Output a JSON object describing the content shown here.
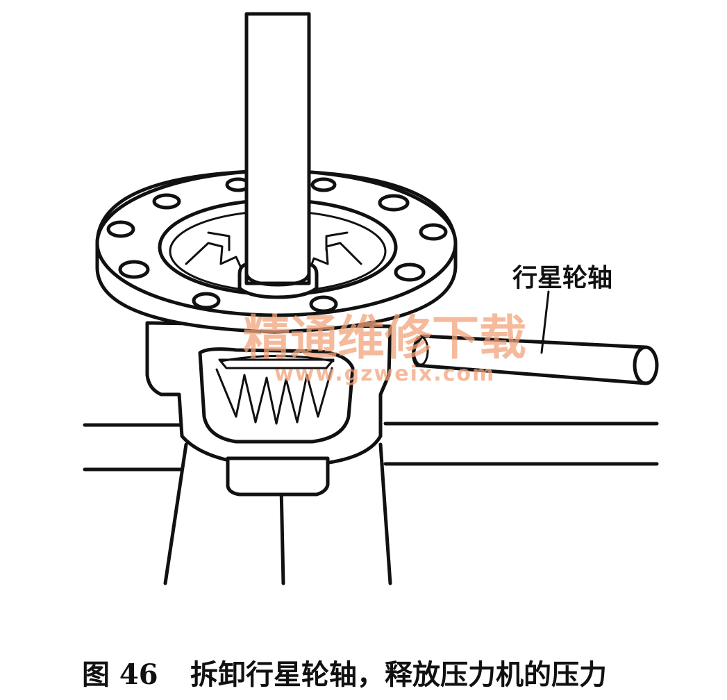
{
  "callout": {
    "label": "行星轮轴"
  },
  "caption": {
    "number": "图 46",
    "text": "拆卸行星轮轴，释放压力机的压力"
  },
  "watermark": {
    "chinese": "精通维修下载",
    "url": "www.gzweix.com"
  },
  "colors": {
    "line": "#111111",
    "watermark": "#f2a37a",
    "background": "#ffffff"
  }
}
